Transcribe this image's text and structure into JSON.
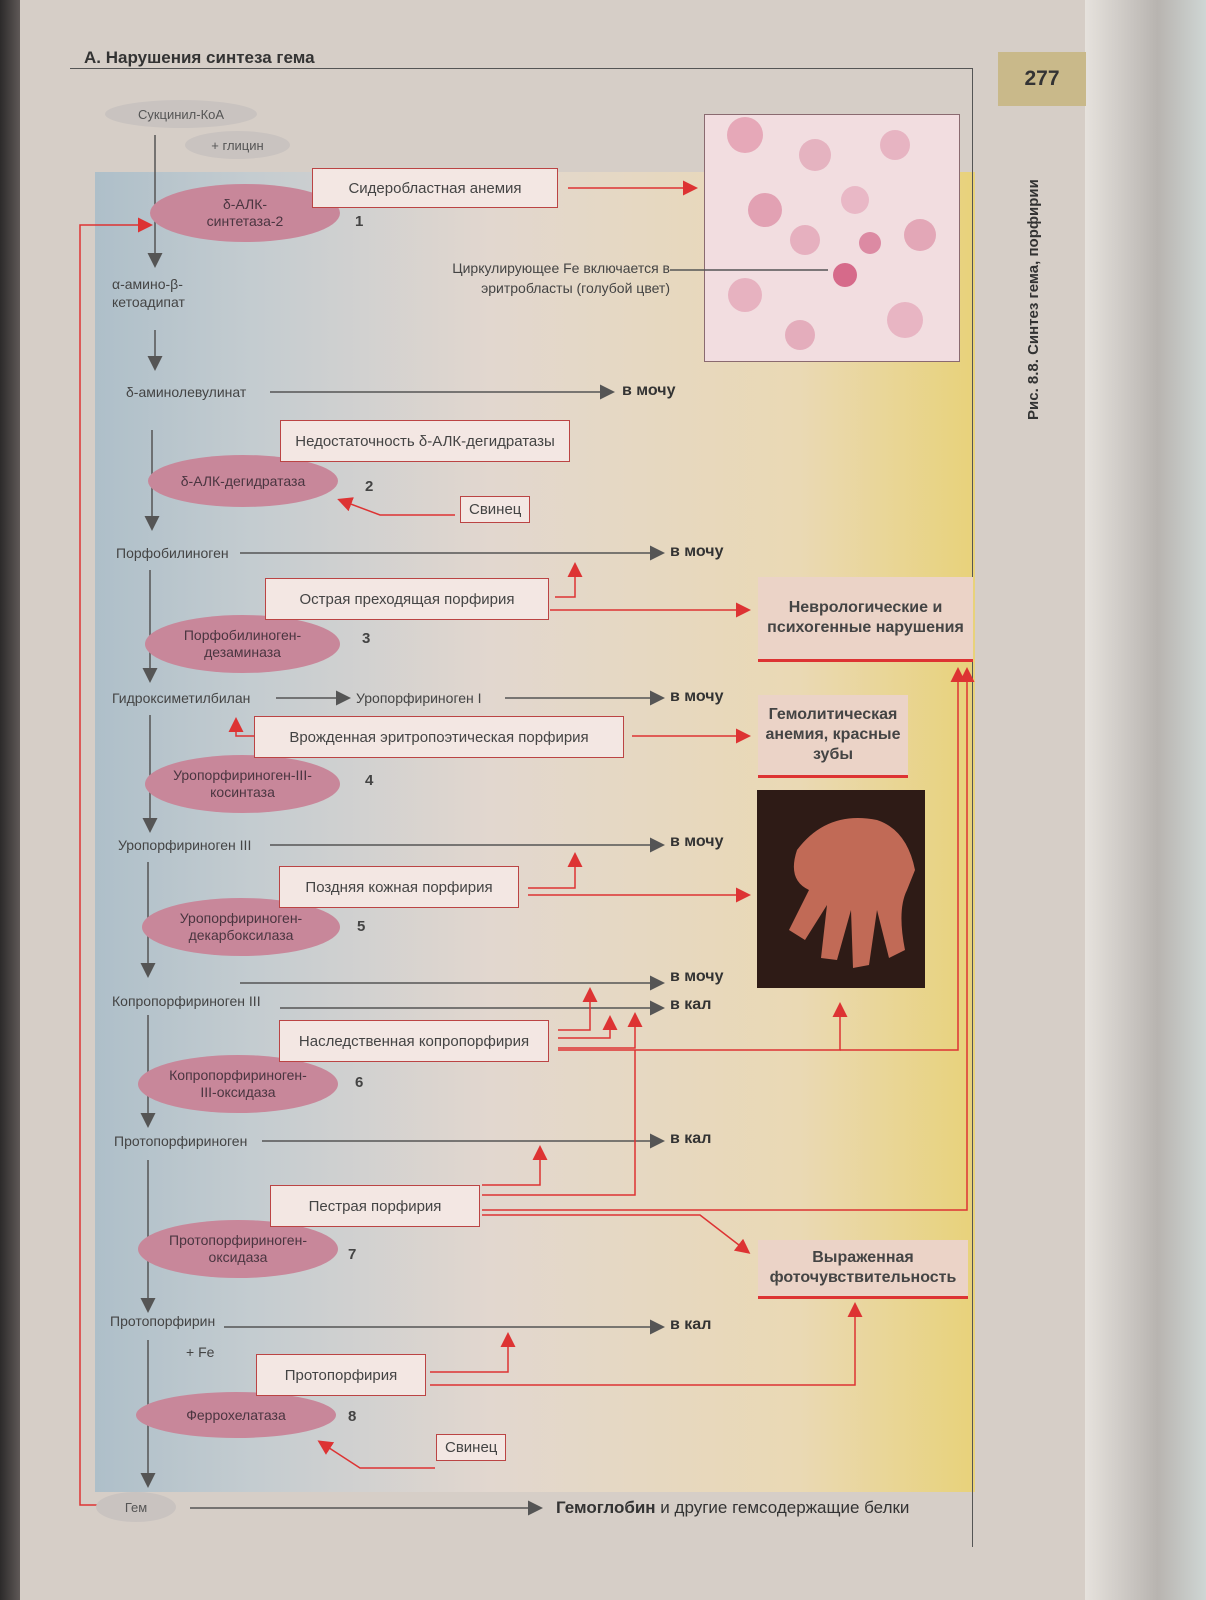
{
  "section_title": "А. Нарушения синтеза гема",
  "page_number": "277",
  "figure_caption": "Рис. 8.8. Синтез гема, порфирии",
  "substrates": {
    "succinyl": "Сукцинил-КоА",
    "glycine": "+ глицин",
    "amino_ketoadipate": "α-амино-β-кетоадипат",
    "ala": "δ-аминолевулинат",
    "pbg": "Порфобилиноген",
    "hmb": "Гидроксиметилбилан",
    "uro1": "Уропорфириноген I",
    "uro3": "Уропорфириноген III",
    "copro3": "Копропорфириноген III",
    "proto_gen": "Протопорфириноген",
    "proto": "Протопорфирин",
    "fe": "+ Fe",
    "heme": "Гем"
  },
  "enzymes": [
    {
      "label": "δ-АЛК-синтетаза-2",
      "num": "1"
    },
    {
      "label": "δ-АЛК-дегидратаза",
      "num": "2"
    },
    {
      "label": "Порфобилиноген-дезаминаза",
      "num": "3"
    },
    {
      "label": "Уропорфириноген-III-косинтаза",
      "num": "4"
    },
    {
      "label": "Уропорфириноген-декарбоксилаза",
      "num": "5"
    },
    {
      "label": "Копропорфириноген-III-оксидаза",
      "num": "6"
    },
    {
      "label": "Протопорфириноген-оксидаза",
      "num": "7"
    },
    {
      "label": "Феррохелатаза",
      "num": "8"
    }
  ],
  "disorders": {
    "d1": "Сидеробластная анемия",
    "d2": "Недостаточность δ-АЛК-дегидратазы",
    "d3": "Острая преходящая порфирия",
    "d4": "Врожденная эритропоэтическая порфирия",
    "d5": "Поздняя кожная порфирия",
    "d6": "Наследственная копропорфирия",
    "d7": "Пестрая порфирия",
    "d8": "Протопорфирия"
  },
  "lead_label": "Свинец",
  "outputs": {
    "urine": "в мочу",
    "feces": "в кал"
  },
  "results": {
    "neuro": "Неврологические и психогенные нарушения",
    "hemolytic": "Гемолитическая анемия, красные зубы",
    "photo": "Выраженная фоточувствительность"
  },
  "micro_note": "Циркулирующее Fe включается в эритробласты (голубой цвет)",
  "heme_product_bold": "Гемоглобин",
  "heme_product_rest": " и другие гемсодержащие белки",
  "colors": {
    "accent": "#d33333",
    "enzyme": "#c8879a",
    "panel_right": "#e8d27a"
  }
}
